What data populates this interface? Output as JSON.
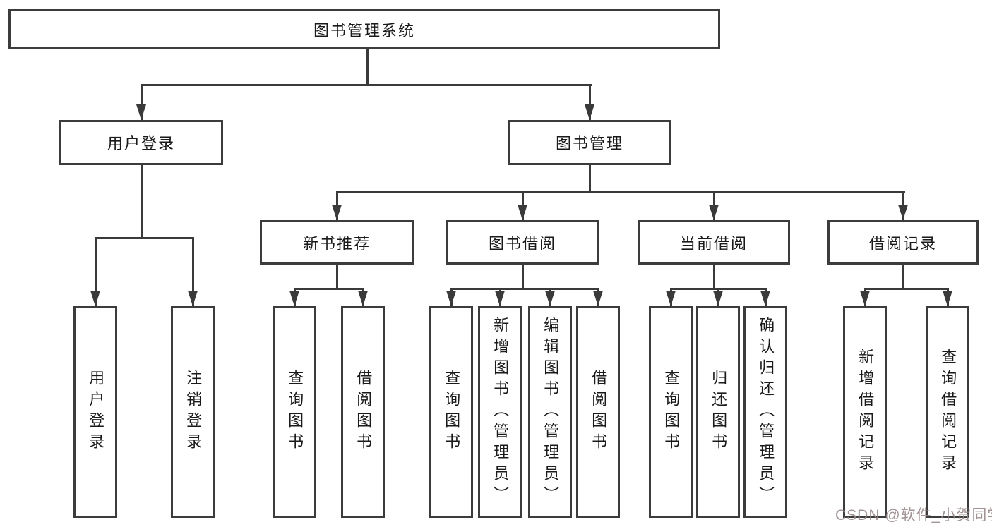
{
  "diagram": {
    "root": "图书管理系统",
    "level2": [
      "用户登录",
      "图书管理"
    ],
    "level3": [
      "新书推荐",
      "图书借阅",
      "当前借阅",
      "借阅记录"
    ],
    "leaves": {
      "login": [
        "用户登录",
        "注销登录"
      ],
      "recommend": [
        "查询图书",
        "借阅图书"
      ],
      "borrow": [
        "查询图书",
        "新增图书（管理员）",
        "编辑图书（管理员）",
        "借阅图书"
      ],
      "current": [
        "查询图书",
        "归还图书",
        "确认归还（管理员）"
      ],
      "records": [
        "新增借阅记录",
        "查询借阅记录"
      ]
    },
    "watermark": "CSDN @软件_小贺同学",
    "colors": {
      "line": "#3a3a3a",
      "border": "#3c3c3c",
      "text": "#1a1a1a",
      "watermark": "#978787",
      "background": "#ffffff"
    }
  }
}
